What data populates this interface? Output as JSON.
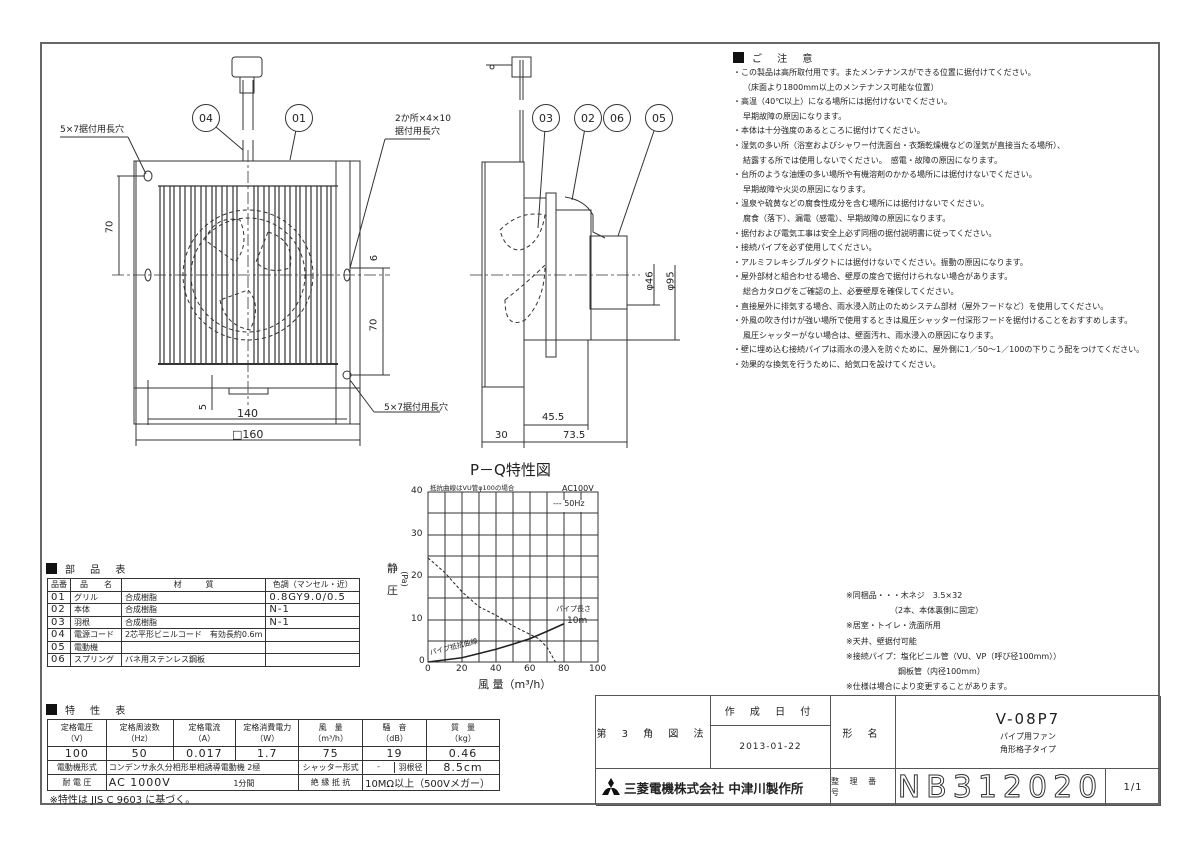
{
  "caution": {
    "title": "ご 注 意",
    "lines": [
      {
        "text": "・この製品は高所取付用です。またメンテナンスができる位置に据付けてください。",
        "indent": false
      },
      {
        "text": "（床面より1800mm以上のメンテナンス可能な位置）",
        "indent": true
      },
      {
        "text": "・高温（40℃以上）になる場所には据付けないでください。",
        "indent": false
      },
      {
        "text": "早期故障の原因になります。",
        "indent": true
      },
      {
        "text": "・本体は十分強度のあるところに据付けてください。",
        "indent": false
      },
      {
        "text": "・湿気の多い所（浴室およびシャワー付洗面台・衣類乾燥機などの湿気が直接当たる場所）、",
        "indent": false
      },
      {
        "text": "結露する所では使用しないでください。　感電・故障の原因になります。",
        "indent": true
      },
      {
        "text": "・台所のような油煙の多い場所や有機溶剤のかかる場所には据付けないでください。",
        "indent": false
      },
      {
        "text": "早期故障や火災の原因になります。",
        "indent": true
      },
      {
        "text": "・温泉や硫黄などの腐食性成分を含む場所には据付けないでください。",
        "indent": false
      },
      {
        "text": "腐食（落下）、漏電（感電）、早期故障の原因になります。",
        "indent": true
      },
      {
        "text": "・据付および電気工事は安全上必ず同梱の据付説明書に従ってください。",
        "indent": false
      },
      {
        "text": "・接続パイプを必ず使用してください。",
        "indent": false
      },
      {
        "text": "・アルミフレキシブルダクトには据付けないでください。振動の原因になります。",
        "indent": false
      },
      {
        "text": "・屋外部材と組合わせる場合、壁厚の度合で据付けられない場合があります。",
        "indent": false
      },
      {
        "text": "総合カタログをご確認の上、必要壁厚を確保してください。",
        "indent": true
      },
      {
        "text": "・直接屋外に排気する場合、雨水浸入防止のためシステム部材（屋外フードなど）を使用してください。",
        "indent": false
      },
      {
        "text": "・外風の吹き付けが強い場所で使用するときは風圧シャッター付深形フードを据付けることをおすすめします。",
        "indent": false
      },
      {
        "text": "風圧シャッターがない場合は、壁面汚れ、雨水浸入の原因になります。",
        "indent": true
      },
      {
        "text": "・壁に埋め込む接続パイプは雨水の浸入を防ぐために、屋外側に1／50～1／100の下りこう配をつけてください。",
        "indent": false
      },
      {
        "text": "・効果的な換気を行うために、給気口を設けてください。",
        "indent": false
      }
    ]
  },
  "front_view": {
    "callouts": [
      "04",
      "01"
    ],
    "labels": {
      "slot_top_left": "5×7据付用長穴",
      "slot_top_right_1": "2か所×4×10",
      "slot_top_right_2": "据付用長穴",
      "slot_bottom_right": "5×7据付用長穴"
    },
    "dimensions": {
      "left_70": "70",
      "right_6": "6",
      "right_70": "70",
      "bottom_5": "5",
      "width_140": "140",
      "width_160": "□160"
    }
  },
  "side_view": {
    "callouts": [
      "03",
      "02",
      "06",
      "05"
    ],
    "dimensions": {
      "dia_46": "φ46",
      "dia_95": "φ95",
      "depth_45_5": "45.5",
      "depth_30": "30",
      "depth_73_5": "73.5"
    }
  },
  "parts_table": {
    "title": "部 品 表",
    "headers": [
      "品番",
      "品　　名",
      "材　　　質",
      "色調（マンセル・近）"
    ],
    "rows": [
      [
        "01",
        "グリル",
        "合成樹脂",
        "0.8GY9.0/0.5"
      ],
      [
        "02",
        "本体",
        "合成樹脂",
        "N-1"
      ],
      [
        "03",
        "羽根",
        "合成樹脂",
        "N-1"
      ],
      [
        "04",
        "電源コード",
        "2芯平形ビニルコード　有効長約0.6m",
        ""
      ],
      [
        "05",
        "電動機",
        "",
        ""
      ],
      [
        "06",
        "スプリング",
        "バネ用ステンレス鋼板",
        ""
      ]
    ]
  },
  "spec_table": {
    "title": "特 性 表",
    "headers": [
      {
        "name": "定格電圧",
        "unit": "（V）"
      },
      {
        "name": "定格周波数",
        "unit": "（Hz）"
      },
      {
        "name": "定格電流",
        "unit": "（A）"
      },
      {
        "name": "定格消費電力",
        "unit": "（W）"
      },
      {
        "name": "風　量",
        "unit": "（m³/h）"
      },
      {
        "name": "騒　音",
        "unit": "（dB）"
      },
      {
        "name": "質　量",
        "unit": "（kg）"
      }
    ],
    "values": [
      "100",
      "50",
      "0.017",
      "1.7",
      "75",
      "19",
      "0.46"
    ],
    "motor_type_label": "電動機形式",
    "motor_type_value": "コンデンサ永久分相形単相誘導電動機 2極",
    "shutter_label": "シャッター形式",
    "shutter_value": "-",
    "blade_label": "羽根径",
    "blade_value": "8.5cm",
    "withstand_label": "耐 電 圧",
    "withstand_value": "AC 1000V",
    "withstand_time": "1分間",
    "insulation_label": "絶 縁 抵 抗",
    "insulation_value": "10MΩ以上（500Vメガー）",
    "footnote": "※特性は JIS C 9603 に基づく。"
  },
  "chart_data": {
    "type": "line",
    "title": "P－Q特性図",
    "subtitle": "抵抗曲線はVU管φ100の場合",
    "annotation_top_right": "AC100V",
    "legend": [
      {
        "style": "dashed",
        "label": "50Hz"
      }
    ],
    "xlabel": "風 量（m³/h）",
    "ylabel": "静圧（Pa）",
    "xlim": [
      0,
      100
    ],
    "ylim": [
      0,
      40
    ],
    "xticks": [
      0,
      20,
      40,
      60,
      80,
      100
    ],
    "yticks": [
      0,
      10,
      20,
      30,
      40
    ],
    "grid": true,
    "series": [
      {
        "name": "50Hz",
        "style": "dashed",
        "x": [
          0,
          10,
          20,
          30,
          40,
          50,
          60,
          65,
          70,
          75
        ],
        "y": [
          24.5,
          21,
          16.5,
          13,
          11,
          8.5,
          6.5,
          5.5,
          3.5,
          0
        ]
      },
      {
        "name": "パイプ抵抗曲線",
        "style": "solid",
        "x": [
          0,
          10,
          20,
          30,
          40,
          50,
          60,
          70,
          80
        ],
        "y": [
          0,
          0.5,
          1,
          2,
          3,
          4.2,
          5.5,
          7.2,
          9
        ]
      }
    ],
    "annotations": [
      "パイプ長さ",
      "10m",
      "パイプ抵抗曲線"
    ]
  },
  "notes_extra": {
    "lines": [
      {
        "text": "※同梱品・・・木ネジ　3.5×32",
        "indent": false
      },
      {
        "text": "（2本、本体裏側に固定）",
        "indent": true
      },
      {
        "text": "※居室・トイレ・洗面所用",
        "indent": false
      },
      {
        "text": "※天井、壁据付可能",
        "indent": false
      },
      {
        "text": "※接続パイプ：塩化ビニル管（VU、VP（呼び径100mm））",
        "indent": false
      },
      {
        "text": "鋼板管（内径100mm）",
        "indent": true
      },
      {
        "text": "※仕様は場合により変更することがあります。",
        "indent": false
      }
    ]
  },
  "title_block": {
    "projection": "第 3 角 図 法",
    "date_label": "作 成 日 付",
    "date_value": "2013-01-22",
    "model_label": "形 名",
    "model_number": "V-08P7",
    "model_desc_1": "パイプ用ファン",
    "model_desc_2": "角形格子タイプ",
    "company": "三菱電機株式会社 中津川製作所",
    "drawing_no_label": "整 理 番 号",
    "drawing_no": "NB312020",
    "sheet": "1/1"
  }
}
